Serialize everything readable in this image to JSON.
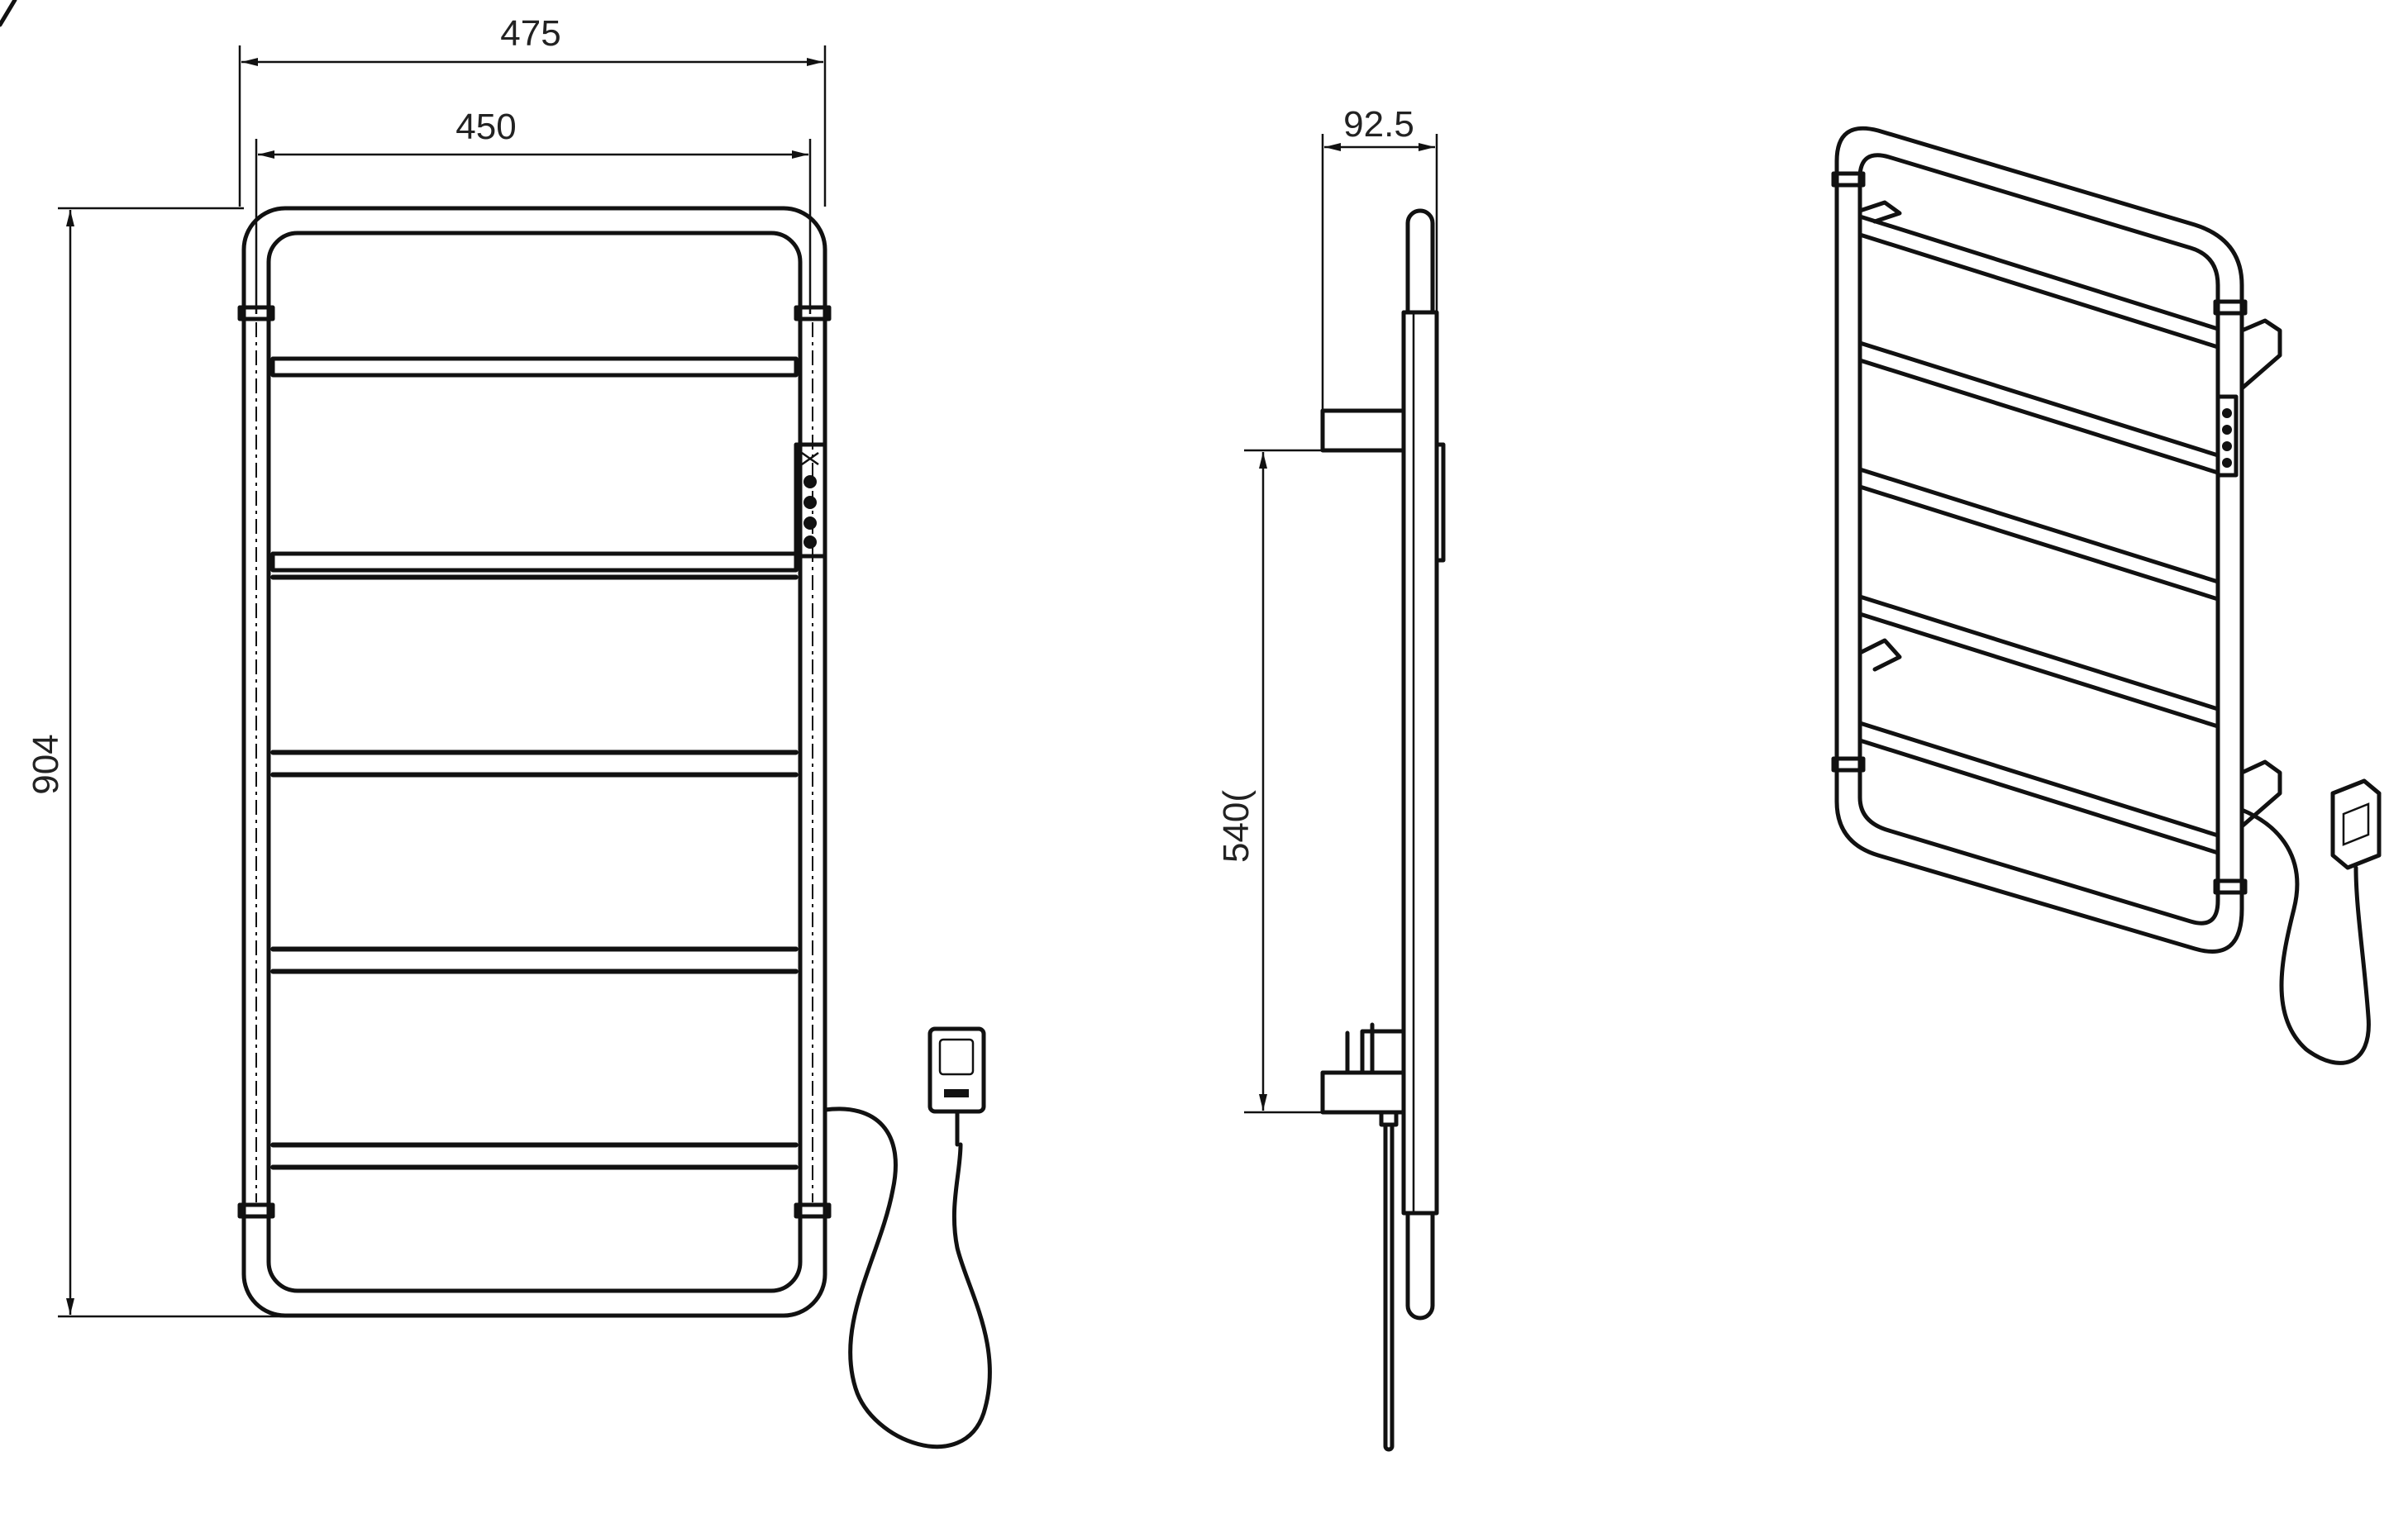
{
  "dimensions": {
    "overall_width": "475",
    "bar_width": "450",
    "overall_height": "904",
    "depth": "92.5",
    "bracket_spacing": "540("
  },
  "colors": {
    "line": "#111111",
    "background": "#ffffff"
  }
}
